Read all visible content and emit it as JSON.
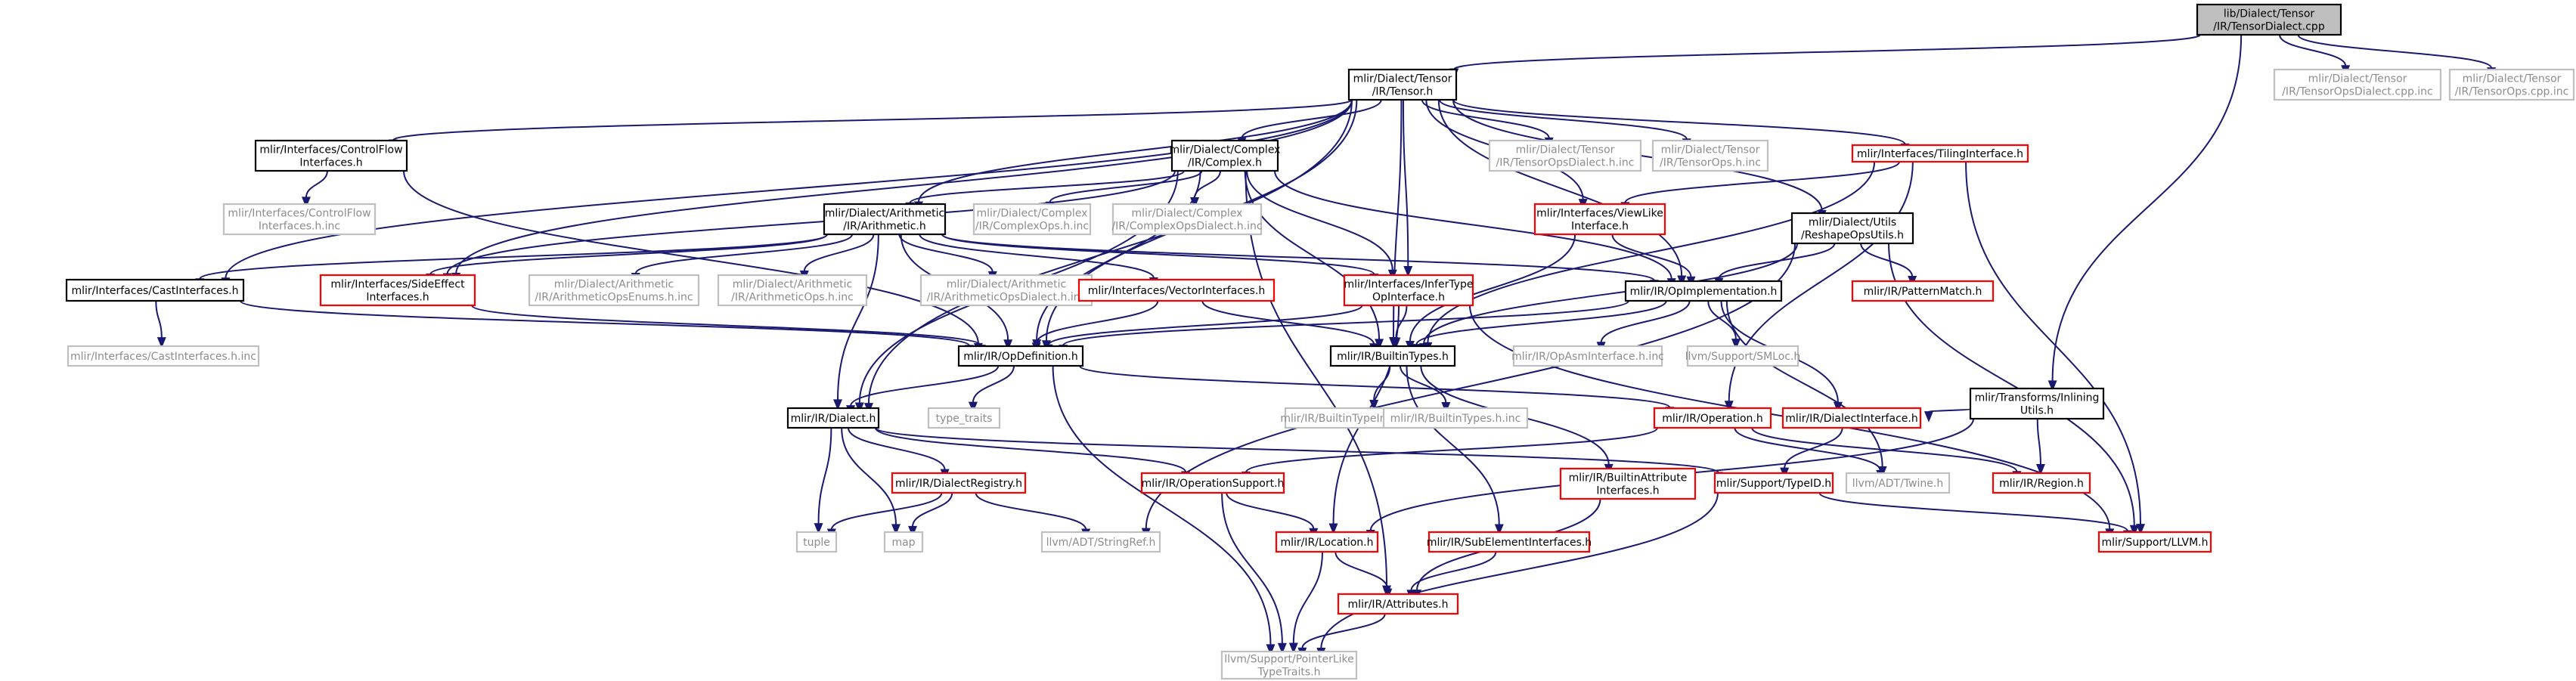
{
  "colors": {
    "navy": "#191970",
    "gray": "#bfbfbf",
    "red": "#ff0000",
    "black": "#000000",
    "root_fill": "#bfbfbf"
  },
  "nodes": [
    {
      "id": "root",
      "lines": [
        "lib/Dialect/Tensor",
        "/IR/TensorDialect.cpp"
      ],
      "style": "root"
    },
    {
      "id": "tensor_h",
      "lines": [
        "mlir/Dialect/Tensor",
        "/IR/Tensor.h"
      ],
      "style": "black"
    },
    {
      "id": "tensor_ops_dialect_cpp_inc",
      "lines": [
        "mlir/Dialect/Tensor",
        "/IR/TensorOpsDialect.cpp.inc"
      ],
      "style": "gray"
    },
    {
      "id": "tensor_ops_cpp_inc",
      "lines": [
        "mlir/Dialect/Tensor",
        "/IR/TensorOps.cpp.inc"
      ],
      "style": "gray"
    },
    {
      "id": "inlining_utils",
      "lines": [
        "mlir/Transforms/Inlining",
        "Utils.h"
      ],
      "style": "black"
    },
    {
      "id": "control_flow",
      "lines": [
        "mlir/Interfaces/ControlFlow",
        "Interfaces.h"
      ],
      "style": "black"
    },
    {
      "id": "control_flow_inc",
      "lines": [
        "mlir/Interfaces/ControlFlow",
        "Interfaces.h.inc"
      ],
      "style": "gray"
    },
    {
      "id": "complex_h",
      "lines": [
        "mlir/Dialect/Complex",
        "/IR/Complex.h"
      ],
      "style": "black"
    },
    {
      "id": "tensor_ops_dialect_h_inc",
      "lines": [
        "mlir/Dialect/Tensor",
        "/IR/TensorOpsDialect.h.inc"
      ],
      "style": "gray"
    },
    {
      "id": "tensor_ops_h_inc",
      "lines": [
        "mlir/Dialect/Tensor",
        "/IR/TensorOps.h.inc"
      ],
      "style": "gray"
    },
    {
      "id": "tiling",
      "lines": [
        "mlir/Interfaces/TilingInterface.h"
      ],
      "style": "red"
    },
    {
      "id": "arith_h",
      "lines": [
        "mlir/Dialect/Arithmetic",
        "/IR/Arithmetic.h"
      ],
      "style": "black"
    },
    {
      "id": "complex_ops_h_inc",
      "lines": [
        "mlir/Dialect/Complex",
        "/IR/ComplexOps.h.inc"
      ],
      "style": "gray"
    },
    {
      "id": "complex_ops_dialect_h_inc",
      "lines": [
        "mlir/Dialect/Complex",
        "/IR/ComplexOpsDialect.h.inc"
      ],
      "style": "gray"
    },
    {
      "id": "view_like",
      "lines": [
        "mlir/Interfaces/ViewLike",
        "Interface.h"
      ],
      "style": "red"
    },
    {
      "id": "reshape",
      "lines": [
        "mlir/Dialect/Utils",
        "/ReshapeOpsUtils.h"
      ],
      "style": "black"
    },
    {
      "id": "cast_if",
      "lines": [
        "mlir/Interfaces/CastInterfaces.h"
      ],
      "style": "black"
    },
    {
      "id": "side_effect",
      "lines": [
        "mlir/Interfaces/SideEffect",
        "Interfaces.h"
      ],
      "style": "red"
    },
    {
      "id": "arith_enums_inc",
      "lines": [
        "mlir/Dialect/Arithmetic",
        "/IR/ArithmeticOpsEnums.h.inc"
      ],
      "style": "gray"
    },
    {
      "id": "arith_ops_inc",
      "lines": [
        "mlir/Dialect/Arithmetic",
        "/IR/ArithmeticOps.h.inc"
      ],
      "style": "gray"
    },
    {
      "id": "arith_dialect_inc",
      "lines": [
        "mlir/Dialect/Arithmetic",
        "/IR/ArithmeticOpsDialect.h.inc"
      ],
      "style": "gray"
    },
    {
      "id": "vector_if",
      "lines": [
        "mlir/Interfaces/VectorInterfaces.h"
      ],
      "style": "red"
    },
    {
      "id": "infer_type",
      "lines": [
        "mlir/Interfaces/InferType",
        "OpInterface.h"
      ],
      "style": "red"
    },
    {
      "id": "op_impl",
      "lines": [
        "mlir/IR/OpImplementation.h"
      ],
      "style": "black"
    },
    {
      "id": "pattern_match",
      "lines": [
        "mlir/IR/PatternMatch.h"
      ],
      "style": "red"
    },
    {
      "id": "cast_if_inc",
      "lines": [
        "mlir/Interfaces/CastInterfaces.h.inc"
      ],
      "style": "gray"
    },
    {
      "id": "op_def",
      "lines": [
        "mlir/IR/OpDefinition.h"
      ],
      "style": "black"
    },
    {
      "id": "builtin_types",
      "lines": [
        "mlir/IR/BuiltinTypes.h"
      ],
      "style": "black"
    },
    {
      "id": "op_asm_inc",
      "lines": [
        "mlir/IR/OpAsmInterface.h.inc"
      ],
      "style": "gray"
    },
    {
      "id": "smloc",
      "lines": [
        "llvm/Support/SMLoc.h"
      ],
      "style": "gray"
    },
    {
      "id": "dialect_h",
      "lines": [
        "mlir/IR/Dialect.h"
      ],
      "style": "black"
    },
    {
      "id": "type_traits",
      "lines": [
        "type_traits"
      ],
      "style": "gray"
    },
    {
      "id": "bt_if_inc",
      "lines": [
        "mlir/IR/BuiltinTypeInterfaces.h.inc"
      ],
      "style": "gray"
    },
    {
      "id": "bt_inc",
      "lines": [
        "mlir/IR/BuiltinTypes.h.inc"
      ],
      "style": "gray"
    },
    {
      "id": "operation",
      "lines": [
        "mlir/IR/Operation.h"
      ],
      "style": "red"
    },
    {
      "id": "dialect_if",
      "lines": [
        "mlir/IR/DialectInterface.h"
      ],
      "style": "red"
    },
    {
      "id": "dialect_registry",
      "lines": [
        "mlir/IR/DialectRegistry.h"
      ],
      "style": "red"
    },
    {
      "id": "op_support",
      "lines": [
        "mlir/IR/OperationSupport.h"
      ],
      "style": "red"
    },
    {
      "id": "builtin_attr_if",
      "lines": [
        "mlir/IR/BuiltinAttribute",
        "Interfaces.h"
      ],
      "style": "red"
    },
    {
      "id": "type_id",
      "lines": [
        "mlir/Support/TypeID.h"
      ],
      "style": "red"
    },
    {
      "id": "twine",
      "lines": [
        "llvm/ADT/Twine.h"
      ],
      "style": "gray"
    },
    {
      "id": "region",
      "lines": [
        "mlir/IR/Region.h"
      ],
      "style": "red"
    },
    {
      "id": "tuple",
      "lines": [
        "tuple"
      ],
      "style": "gray"
    },
    {
      "id": "map",
      "lines": [
        "map"
      ],
      "style": "gray"
    },
    {
      "id": "string_ref",
      "lines": [
        "llvm/ADT/StringRef.h"
      ],
      "style": "gray"
    },
    {
      "id": "location",
      "lines": [
        "mlir/IR/Location.h"
      ],
      "style": "red"
    },
    {
      "id": "sub_elem",
      "lines": [
        "mlir/IR/SubElementInterfaces.h"
      ],
      "style": "red"
    },
    {
      "id": "support_llvm",
      "lines": [
        "mlir/Support/LLVM.h"
      ],
      "style": "red"
    },
    {
      "id": "attributes",
      "lines": [
        "mlir/IR/Attributes.h"
      ],
      "style": "red"
    },
    {
      "id": "pointer_like",
      "lines": [
        "llvm/Support/PointerLike",
        "TypeTraits.h"
      ],
      "style": "gray"
    }
  ]
}
